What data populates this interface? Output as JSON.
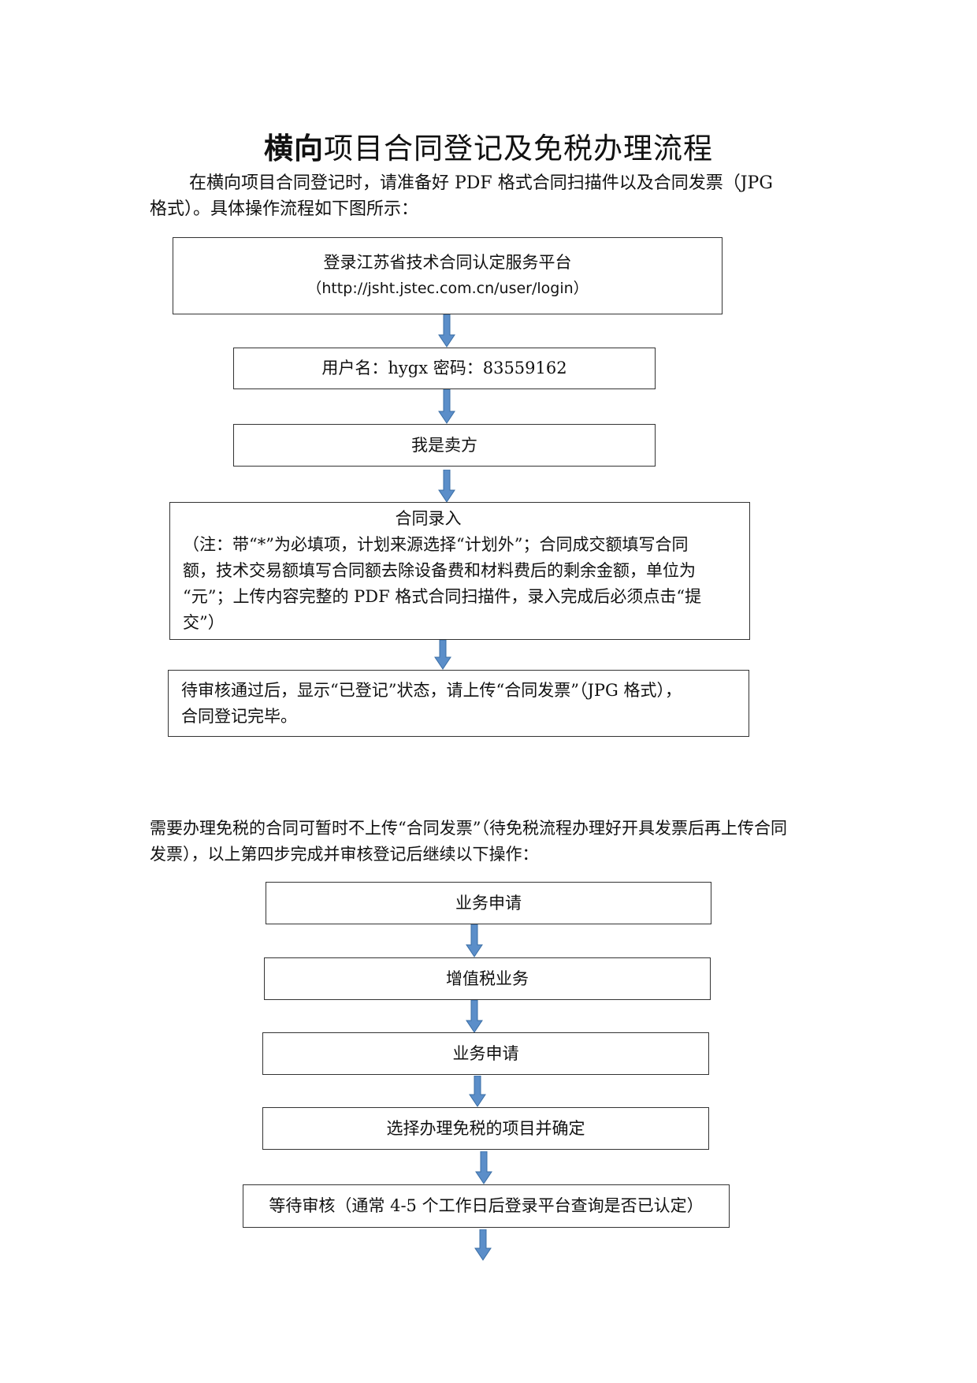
{
  "title": {
    "bold": "横向",
    "rest": "项目合同登记及免税办理流程"
  },
  "intro": {
    "line1": "在横向项目合同登记时，请准备好 PDF 格式合同扫描件以及合同发票（JPG",
    "line2": "格式）。具体操作流程如下图所示："
  },
  "flow1": {
    "step1": {
      "line1": "登录江苏省技术合同认定服务平台",
      "line2": "（http://jsht.jstec.com.cn/user/login）"
    },
    "step2": "用户名：hygx  密码：83559162",
    "step3": "我是卖方",
    "step4": {
      "heading": "合同录入",
      "line1": "（注：带“*”为必填项，计划来源选择“计划外”；合同成交额填写合同",
      "line2": "额，技术交易额填写合同额去除设备费和材料费后的剩余金额，单位为",
      "line3": "“元”；上传内容完整的 PDF 格式合同扫描件，录入完成后必须点击“提",
      "line4": "交”）"
    },
    "step5": {
      "line1": "待审核通过后，显示“已登记”状态，请上传“合同发票”（JPG 格式），",
      "line2": "合同登记完毕。"
    }
  },
  "note": {
    "line1": "需要办理免税的合同可暂时不上传“合同发票”（待免税流程办理好开具发票后再上传合同",
    "line2": "发票），以上第四步完成并审核登记后继续以下操作："
  },
  "flow2": {
    "step1": "业务申请",
    "step2": "增值税业务",
    "step3": "业务申请",
    "step4": "选择办理免税的项目并确定",
    "step5": "等待审核（通常 4-5 个工作日后登录平台查询是否已认定）"
  },
  "colors": {
    "arrow_fill": "#5b8ec9",
    "arrow_stroke": "#3a6ea5",
    "box_border": "#333333"
  },
  "icons": {
    "arrow": "down-arrow-icon"
  }
}
